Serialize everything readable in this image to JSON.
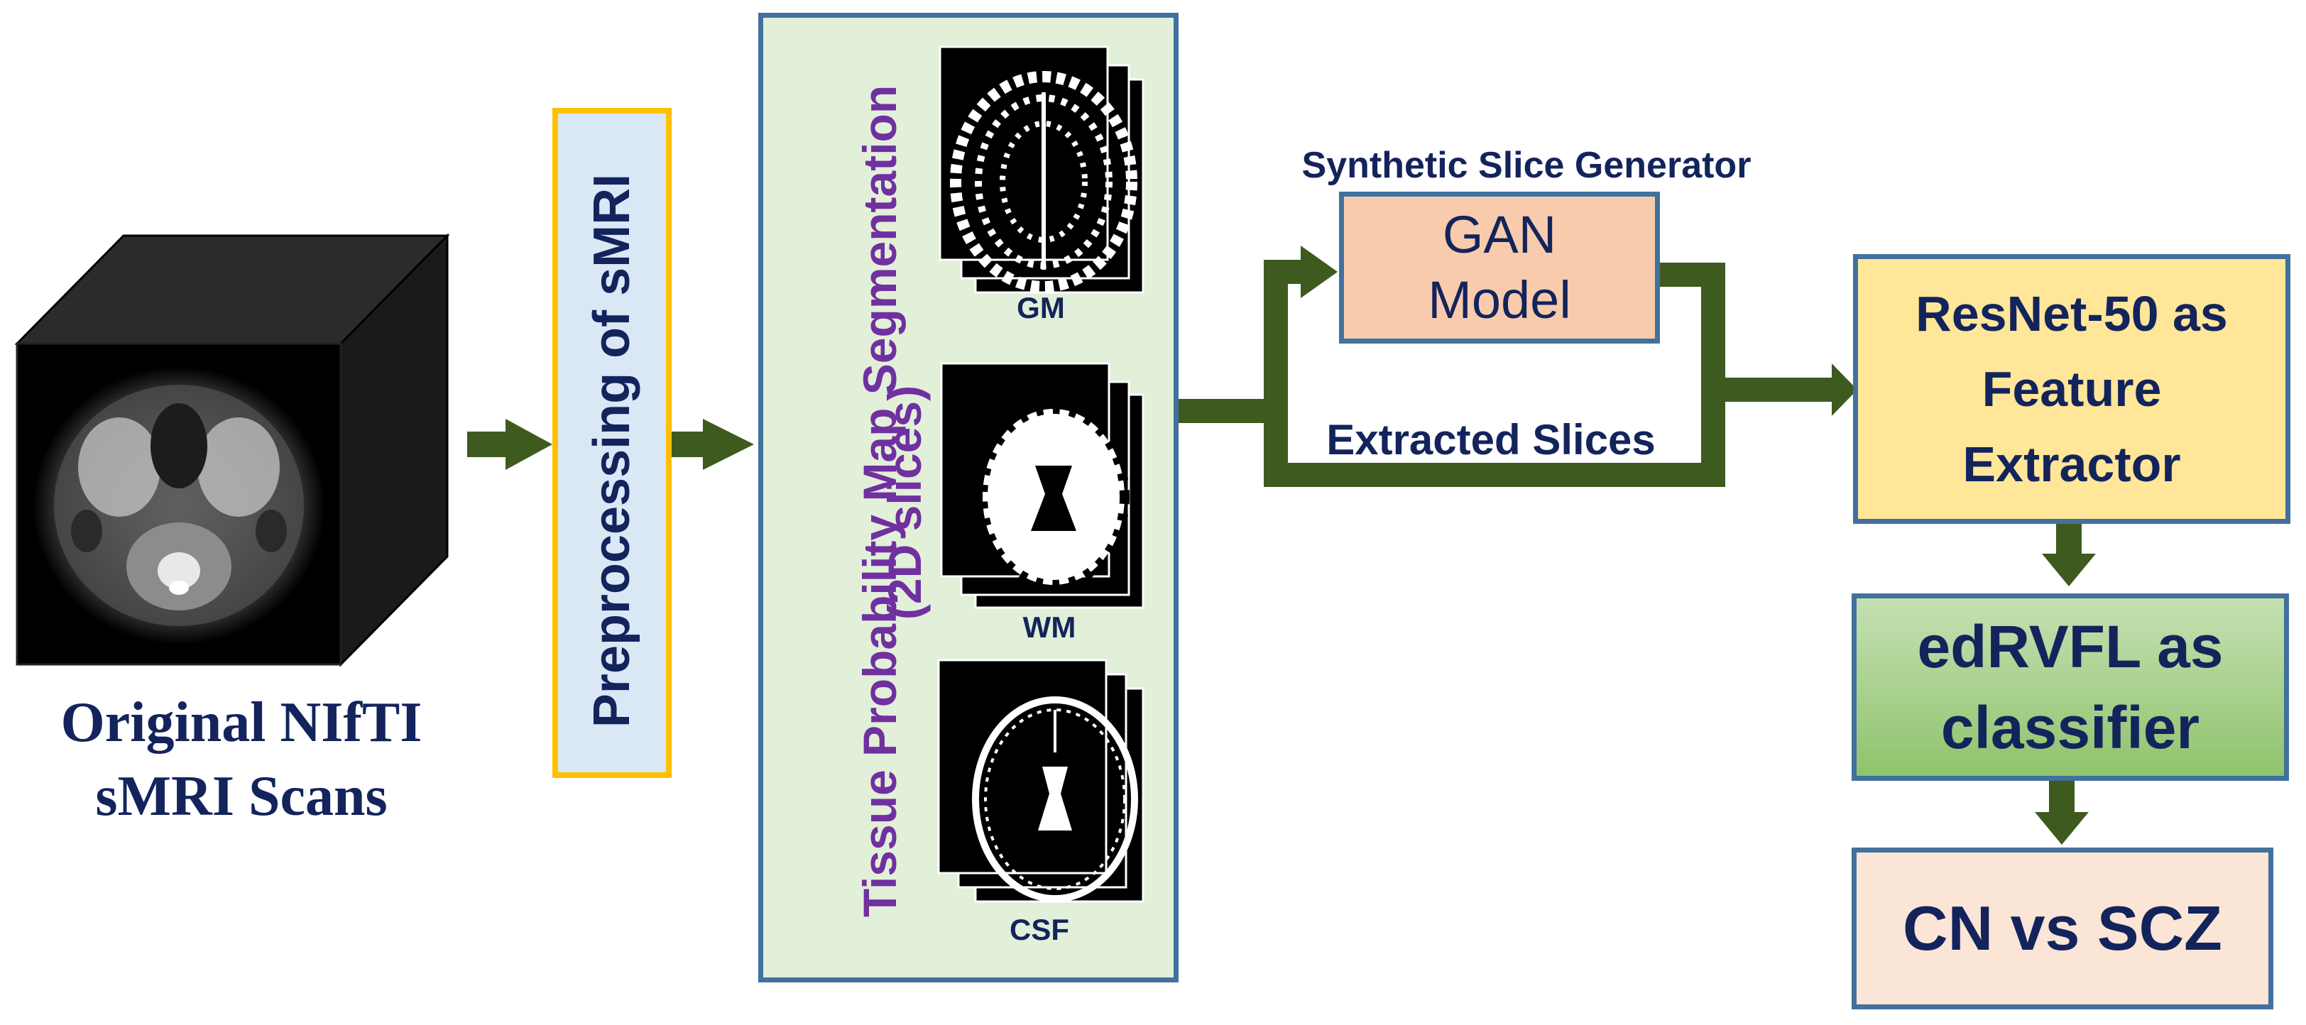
{
  "input": {
    "caption_line1": "Original NIfTI",
    "caption_line2": "sMRI Scans"
  },
  "preprocessing": {
    "label": "Preprocessing of sMRI"
  },
  "segmentation": {
    "title_line1": "Tissue Probability Map Segmentation",
    "title_line2": "(2D slices)",
    "slices": [
      {
        "label": "GM"
      },
      {
        "label": "WM"
      },
      {
        "label": "CSF"
      }
    ]
  },
  "gan": {
    "caption": "Synthetic Slice Generator",
    "line1": "GAN",
    "line2": "Model"
  },
  "extracted": {
    "label": "Extracted Slices"
  },
  "resnet": {
    "line1": "ResNet-50 as",
    "line2": "Feature",
    "line3": "Extractor"
  },
  "classifier": {
    "line1": "edRVFL as",
    "line2": "classifier"
  },
  "output": {
    "label": "CN vs SCZ"
  },
  "colors": {
    "arrow": "#3e5a1e",
    "navy_text": "#13245c",
    "purple_text": "#7030a0",
    "box_border": "#41719c",
    "preproc_fill": "#dae7f5",
    "preproc_border": "#ffc000",
    "segment_fill": "#e2efd9",
    "gan_fill": "#f8cbad",
    "resnet_fill": "#ffe699",
    "classifier_fill_top": "#c5e0b3",
    "classifier_fill_bottom": "#8fc36c",
    "output_fill": "#fbe5d6"
  }
}
